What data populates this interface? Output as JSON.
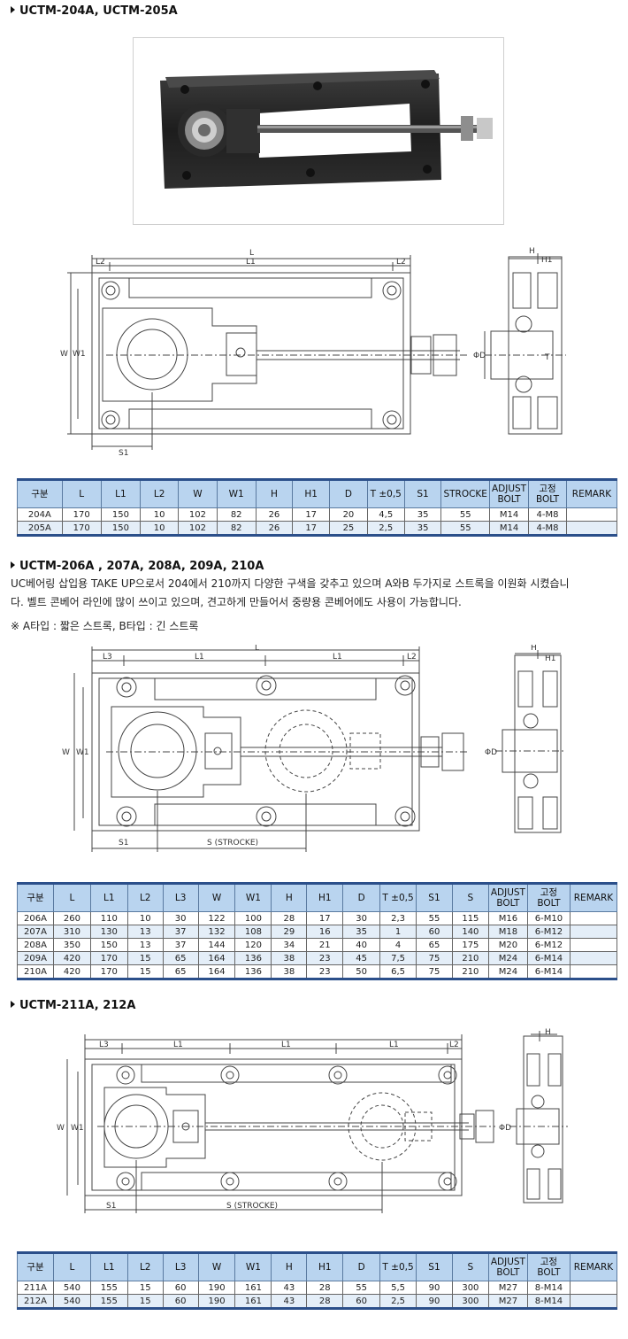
{
  "section1": {
    "title": "UCTM-204A, UCTM-205A",
    "table": {
      "headers": [
        "구분",
        "L",
        "L1",
        "L2",
        "W",
        "W1",
        "H",
        "H1",
        "D",
        "T ±0,5",
        "S1",
        "STROCKE",
        "ADJUST BOLT",
        "고정 BOLT",
        "REMARK"
      ],
      "rows": [
        [
          "204A",
          "170",
          "150",
          "10",
          "102",
          "82",
          "26",
          "17",
          "20",
          "4,5",
          "35",
          "55",
          "M14",
          "4-M8",
          ""
        ],
        [
          "205A",
          "170",
          "150",
          "10",
          "102",
          "82",
          "26",
          "17",
          "25",
          "2,5",
          "35",
          "55",
          "M14",
          "4-M8",
          ""
        ]
      ]
    },
    "drawing_labels": {
      "L": "L",
      "L1": "L1",
      "L2a": "L2",
      "L2b": "L2",
      "W": "W",
      "W1": "W1",
      "S1": "S1",
      "H": "H",
      "H1": "H1",
      "D": "ΦD",
      "T": "T"
    }
  },
  "section2": {
    "title": "UCTM-206A , 207A, 208A, 209A, 210A",
    "desc1": "UC베어링 삽입용 TAKE UP으로서 204에서 210까지 다양한 구색을 갖추고 있으며 A와B 두가지로 스트록을 이원화 시켰습니",
    "desc2": "다. 벨트 콘베어 라인에 많이 쓰이고 있으며, 견고하게 만들어서 중량용 콘베어에도 사용이 가능합니다.",
    "note": "※ A타입 : 짧은 스트록, B타입 : 긴 스트록",
    "table": {
      "headers": [
        "구분",
        "L",
        "L1",
        "L2",
        "L3",
        "W",
        "W1",
        "H",
        "H1",
        "D",
        "T ±0,5",
        "S1",
        "S",
        "ADJUST BOLT",
        "고정 BOLT",
        "REMARK"
      ],
      "rows": [
        [
          "206A",
          "260",
          "110",
          "10",
          "30",
          "122",
          "100",
          "28",
          "17",
          "30",
          "2,3",
          "55",
          "115",
          "M16",
          "6-M10",
          ""
        ],
        [
          "207A",
          "310",
          "130",
          "13",
          "37",
          "132",
          "108",
          "29",
          "16",
          "35",
          "1",
          "60",
          "140",
          "M18",
          "6-M12",
          ""
        ],
        [
          "208A",
          "350",
          "150",
          "13",
          "37",
          "144",
          "120",
          "34",
          "21",
          "40",
          "4",
          "65",
          "175",
          "M20",
          "6-M12",
          ""
        ],
        [
          "209A",
          "420",
          "170",
          "15",
          "65",
          "164",
          "136",
          "38",
          "23",
          "45",
          "7,5",
          "75",
          "210",
          "M24",
          "6-M14",
          ""
        ],
        [
          "210A",
          "420",
          "170",
          "15",
          "65",
          "164",
          "136",
          "38",
          "23",
          "50",
          "6,5",
          "75",
          "210",
          "M24",
          "6-M14",
          ""
        ]
      ]
    },
    "drawing_labels": {
      "L": "L",
      "L1a": "L1",
      "L1b": "L1",
      "L2": "L2",
      "L3": "L3",
      "W": "W",
      "W1": "W1",
      "S1": "S1",
      "S": "S (STROCKE)",
      "H": "H",
      "H1": "H1",
      "D": "ΦD"
    }
  },
  "section3": {
    "title": "UCTM-211A, 212A",
    "table": {
      "headers": [
        "구분",
        "L",
        "L1",
        "L2",
        "L3",
        "W",
        "W1",
        "H",
        "H1",
        "D",
        "T ±0,5",
        "S1",
        "S",
        "ADJUST BOLT",
        "고정 BOLT",
        "REMARK"
      ],
      "rows": [
        [
          "211A",
          "540",
          "155",
          "15",
          "60",
          "190",
          "161",
          "43",
          "28",
          "55",
          "5,5",
          "90",
          "300",
          "M27",
          "8-M14",
          ""
        ],
        [
          "212A",
          "540",
          "155",
          "15",
          "60",
          "190",
          "161",
          "43",
          "28",
          "60",
          "2,5",
          "90",
          "300",
          "M27",
          "8-M14",
          ""
        ]
      ]
    },
    "drawing_labels": {
      "L3": "L3",
      "L1a": "L1",
      "L1b": "L1",
      "L1c": "L1",
      "L2": "L2",
      "W": "W",
      "W1": "W1",
      "S1": "S1",
      "S": "S (STROCKE)",
      "H": "H",
      "D": "ΦD"
    }
  },
  "colors": {
    "header_bg": "#b9d4ef",
    "row_alt": "#e4eef8",
    "table_border": "#2b4f8a"
  }
}
